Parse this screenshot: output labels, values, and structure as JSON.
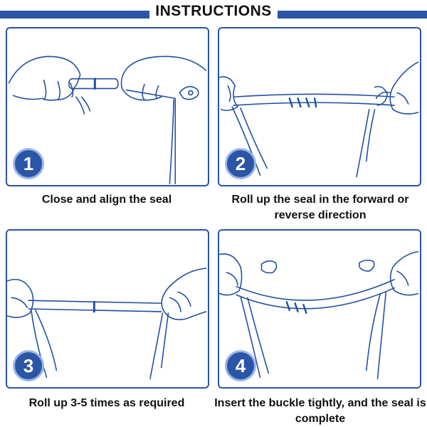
{
  "header": {
    "title": "INSTRUCTIONS"
  },
  "steps": [
    {
      "number": "1",
      "caption": "Close and align the seal"
    },
    {
      "number": "2",
      "caption": "Roll up the seal in the forward or reverse direction"
    },
    {
      "number": "3",
      "caption": "Roll up 3-5 times as required"
    },
    {
      "number": "4",
      "caption": "Insert the buckle tightly, and the seal is complete"
    }
  ],
  "colors": {
    "accent": "#2b55a6",
    "badge_ring": "#9bb6e6",
    "line": "#1f4fa0"
  }
}
